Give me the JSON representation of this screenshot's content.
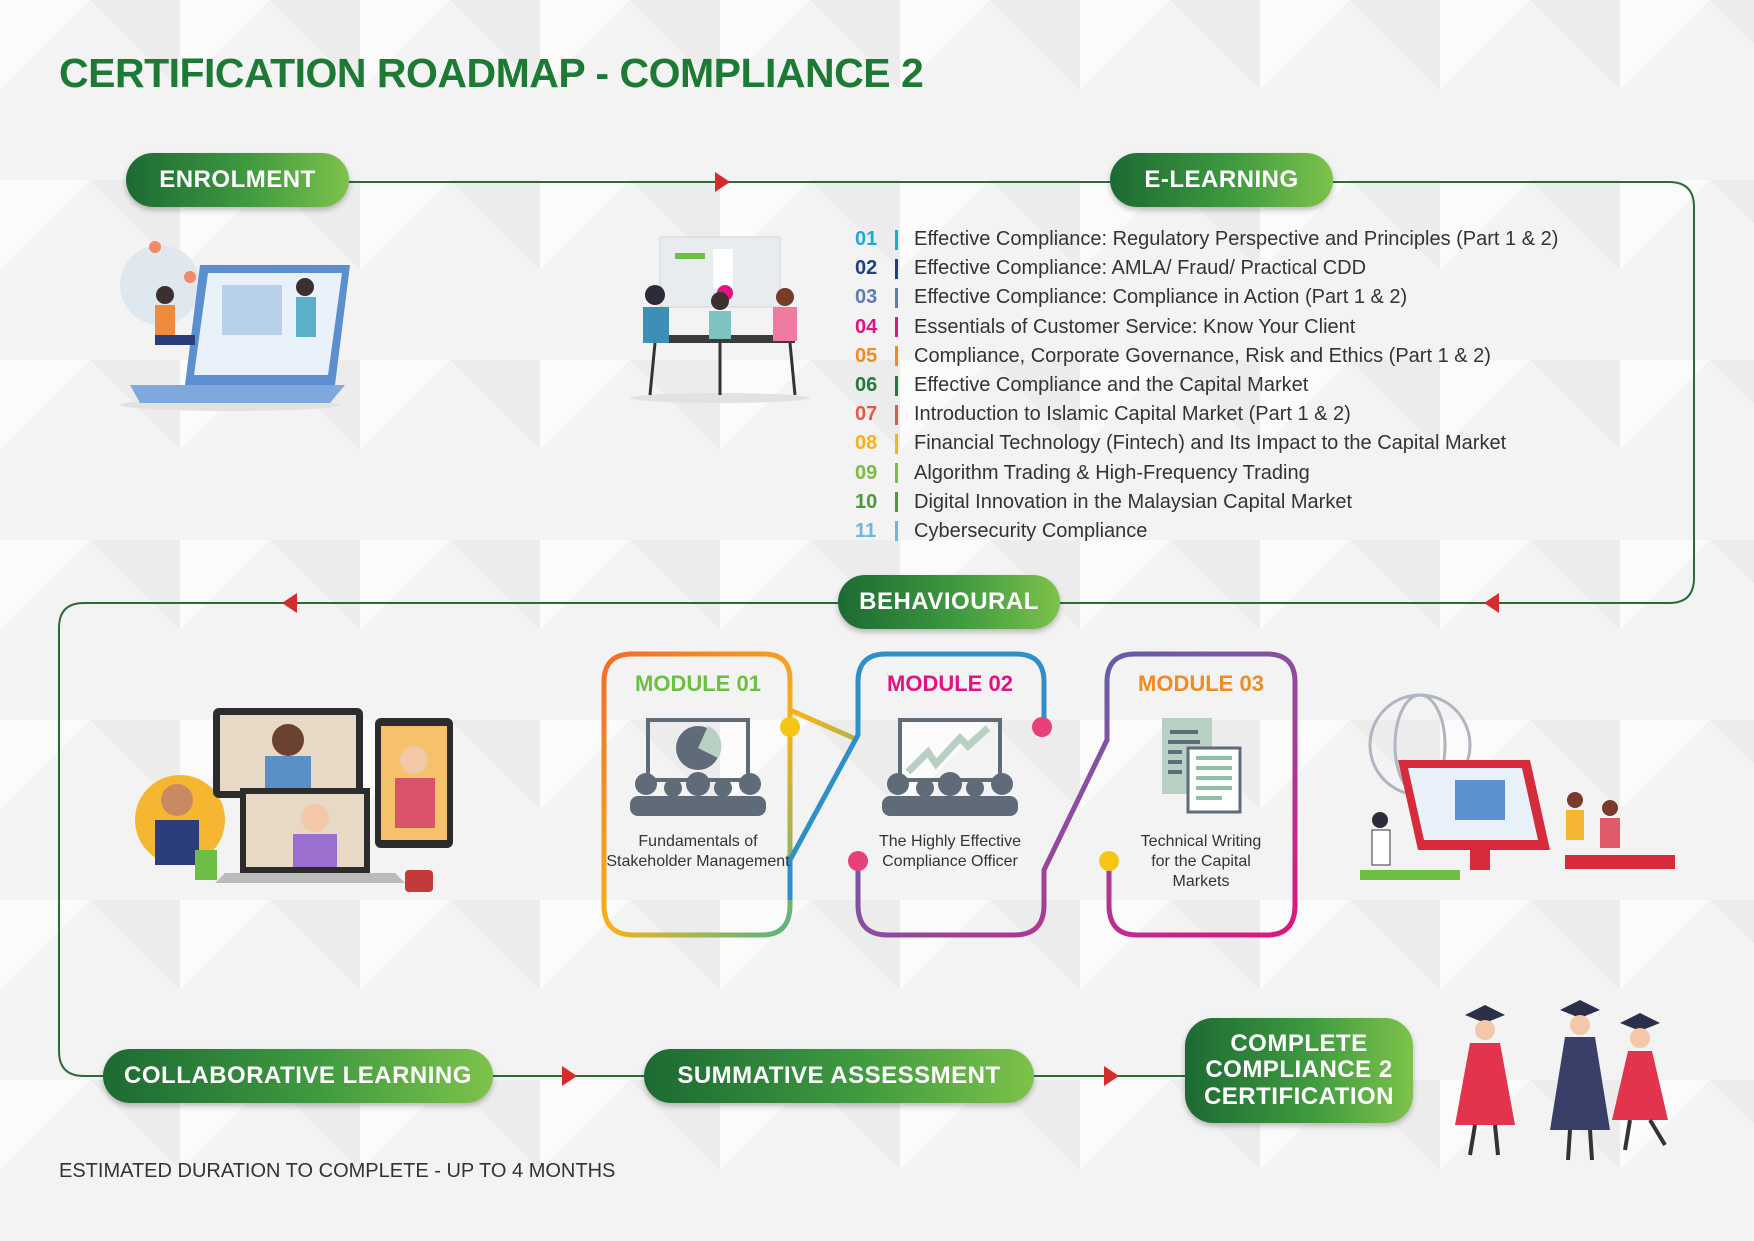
{
  "title": "CERTIFICATION ROADMAP - COMPLIANCE 2",
  "stages": {
    "enrolment": "ENROLMENT",
    "elearning": "E-LEARNING",
    "behavioural": "BEHAVIOURAL",
    "collaborative": "COLLABORATIVE LEARNING",
    "summative": "SUMMATIVE ASSESSMENT",
    "complete": "COMPLETE COMPLIANCE 2 CERTIFICATION"
  },
  "elearning_courses": [
    {
      "num": "01",
      "title": "Effective Compliance: Regulatory Perspective and Principles (Part 1 & 2)",
      "color": "#1ba9e1"
    },
    {
      "num": "02",
      "title": "Effective Compliance: AMLA/ Fraud/ Practical CDD",
      "color": "#1d3f8c"
    },
    {
      "num": "03",
      "title": "Effective Compliance: Compliance in Action (Part 1 & 2)",
      "color": "#5d7bb8"
    },
    {
      "num": "04",
      "title": "Essentials of Customer Service: Know Your Client",
      "color": "#e0147f"
    },
    {
      "num": "05",
      "title": "Compliance, Corporate Governance, Risk and Ethics (Part 1 & 2)",
      "color": "#f08a24"
    },
    {
      "num": "06",
      "title": "Effective Compliance and the Capital Market",
      "color": "#237a3b"
    },
    {
      "num": "07",
      "title": "Introduction to Islamic Capital Market (Part 1 & 2)",
      "color": "#e05a4a"
    },
    {
      "num": "08",
      "title": "Financial Technology (Fintech) and Its Impact to the Capital Market",
      "color": "#f6b21b"
    },
    {
      "num": "09",
      "title": "Algorithm Trading & High-Frequency Trading",
      "color": "#7dbb45"
    },
    {
      "num": "10",
      "title": "Digital Innovation in the Malaysian Capital Market",
      "color": "#4a9a3a"
    },
    {
      "num": "11",
      "title": "Cybersecurity Compliance",
      "color": "#6ab8e0"
    }
  ],
  "modules": [
    {
      "label": "MODULE 01",
      "title": "Fundamentals of Stakeholder Management",
      "color": "#6cbf44",
      "icon": "presentation-pie-chart-icon"
    },
    {
      "label": "MODULE 02",
      "title": "The Highly Effective Compliance Officer",
      "color": "#e0147f",
      "icon": "presentation-growth-chart-icon"
    },
    {
      "label": "MODULE 03",
      "title": "Technical Writing for the Capital Markets",
      "color": "#f08a24",
      "icon": "documents-icon"
    }
  ],
  "footer": "ESTIMATED DURATION TO COMPLETE - UP TO 4 MONTHS"
}
